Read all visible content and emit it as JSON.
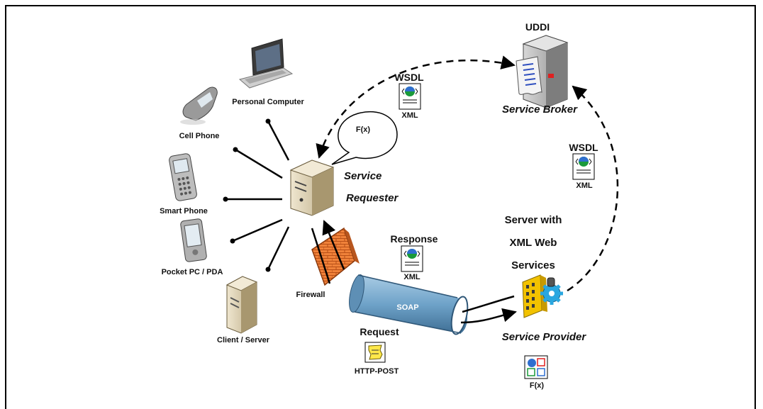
{
  "devices": {
    "personal_computer": "Personal Computer",
    "cell_phone": "Cell Phone",
    "smart_phone": "Smart Phone",
    "pocket_pc": "Pocket PC / PDA",
    "client_server": "Client / Server"
  },
  "requester": {
    "line1": "Service",
    "line2": "Requester",
    "bubble": "F(x)"
  },
  "broker": {
    "title": "UDDI",
    "label": "Service Broker"
  },
  "wsdl_top": {
    "title": "WSDL",
    "sub": "XML"
  },
  "wsdl_right": {
    "title": "WSDL",
    "sub": "XML"
  },
  "provider": {
    "line1": "Server with",
    "line2": "XML Web",
    "line3": "Services",
    "label": "Service Provider",
    "fx": "F(x)"
  },
  "firewall": "Firewall",
  "soap": "SOAP",
  "response": {
    "title": "Response",
    "sub": "XML"
  },
  "request": {
    "title": "Request",
    "sub": "HTTP-POST"
  },
  "colors": {
    "pipe": "#6fa3c9",
    "firewall": "#f0823a",
    "server": "#d9ccae",
    "building": "#f2c200",
    "gear": "#2aa7e0",
    "sticky": "#ffe84a"
  }
}
